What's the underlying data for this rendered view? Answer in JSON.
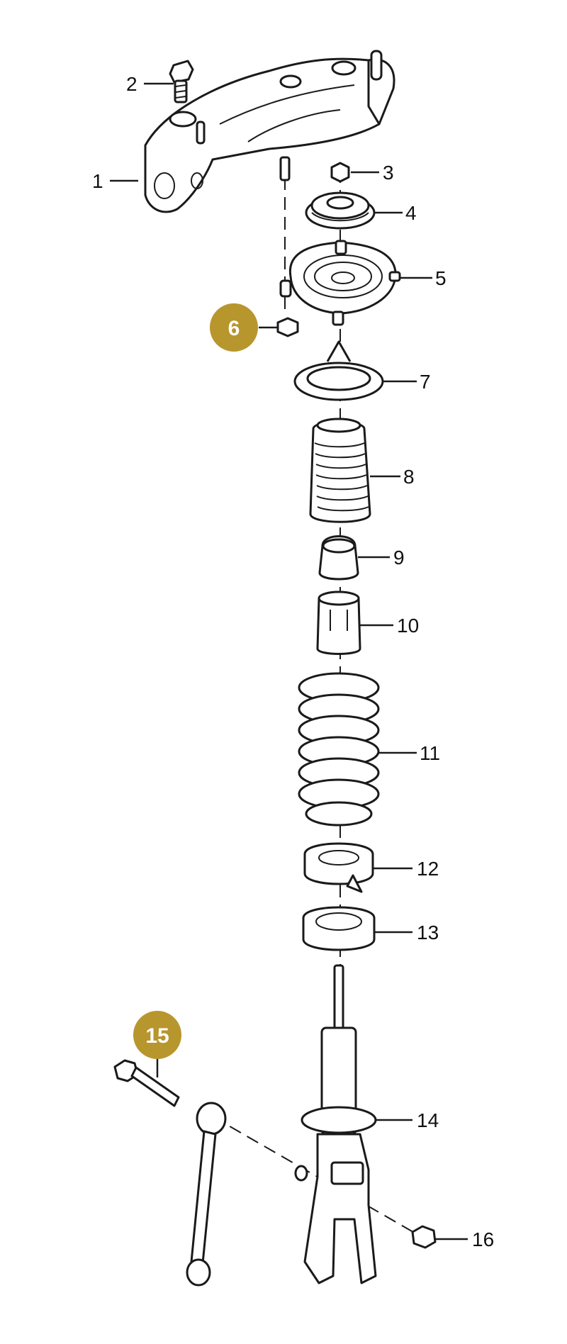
{
  "callouts": [
    {
      "id": "1",
      "label": "1"
    },
    {
      "id": "2",
      "label": "2"
    },
    {
      "id": "3",
      "label": "3"
    },
    {
      "id": "4",
      "label": "4"
    },
    {
      "id": "5",
      "label": "5"
    },
    {
      "id": "6",
      "label": "6",
      "highlighted": true
    },
    {
      "id": "7",
      "label": "7"
    },
    {
      "id": "8",
      "label": "8"
    },
    {
      "id": "9",
      "label": "9"
    },
    {
      "id": "10",
      "label": "10"
    },
    {
      "id": "11",
      "label": "11"
    },
    {
      "id": "12",
      "label": "12"
    },
    {
      "id": "13",
      "label": "13"
    },
    {
      "id": "14",
      "label": "14"
    },
    {
      "id": "15",
      "label": "15",
      "highlighted": true
    },
    {
      "id": "16",
      "label": "16"
    }
  ],
  "colors": {
    "highlight_badge": "#b8962e",
    "line": "#1a1a1a",
    "background": "#ffffff"
  }
}
